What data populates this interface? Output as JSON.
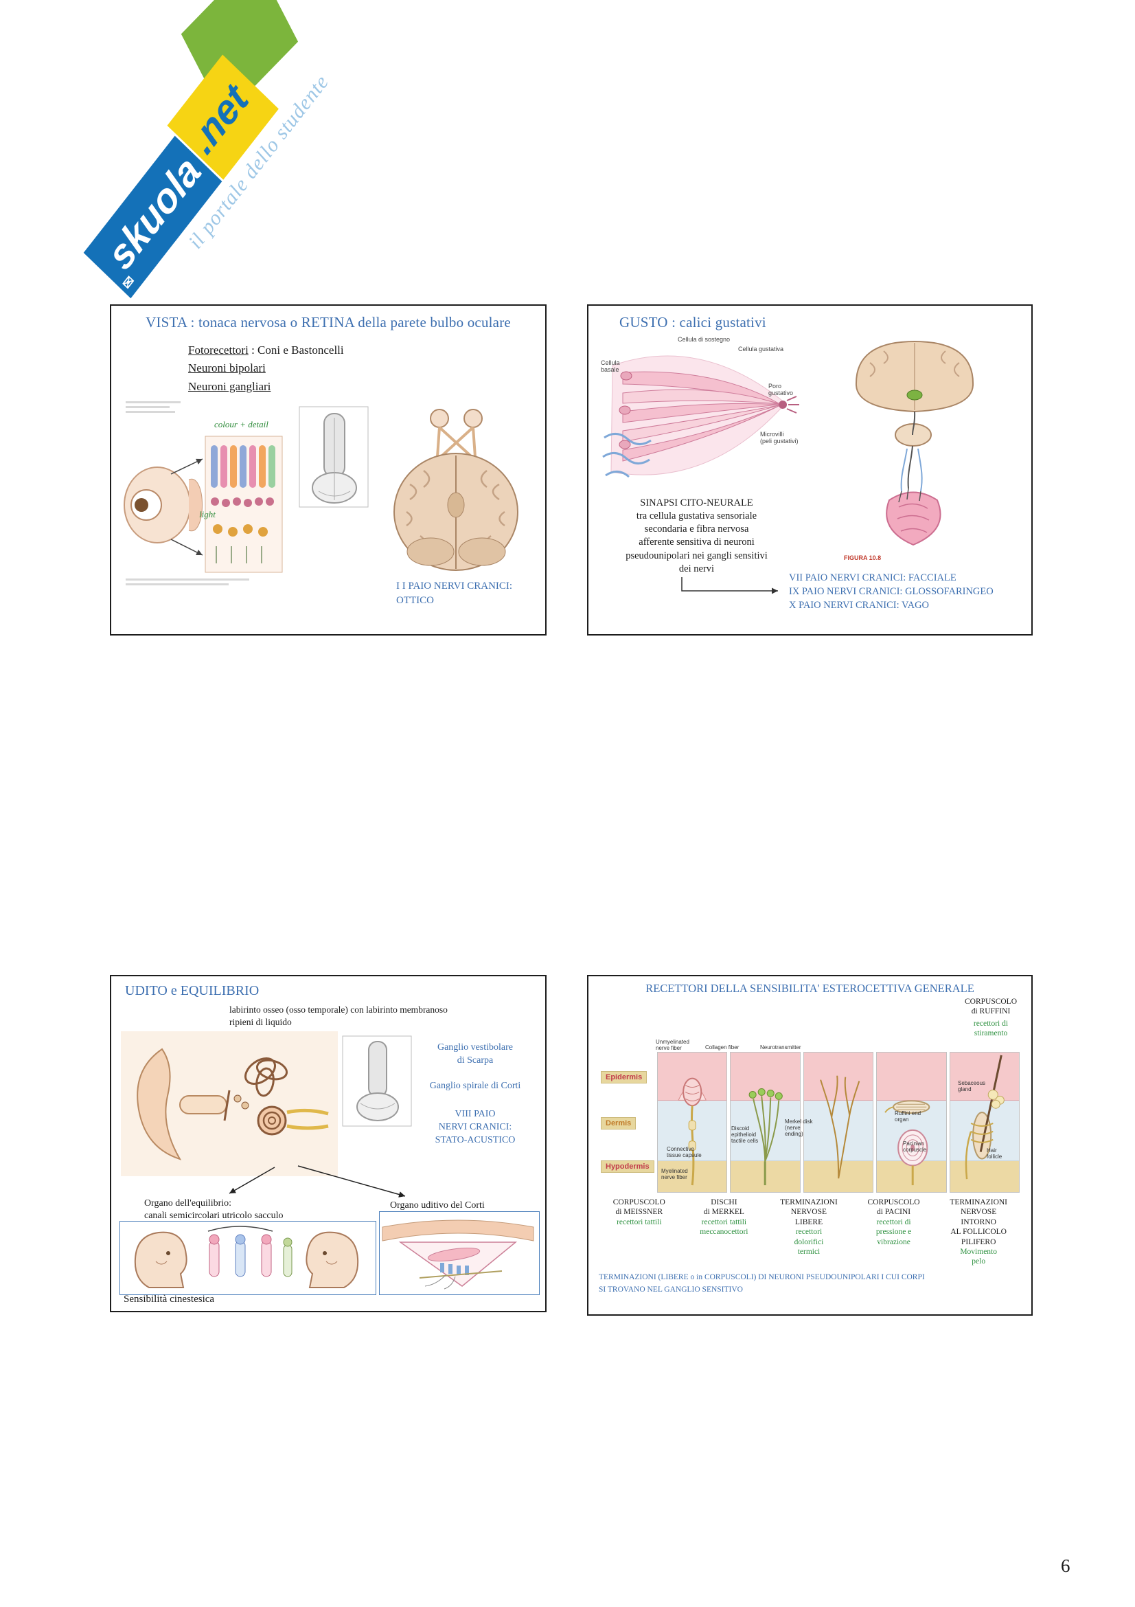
{
  "page": {
    "number": "6"
  },
  "watermark": {
    "brand": "skuola",
    "tld": ".net",
    "tagline": "il portale dello studente"
  },
  "vista": {
    "title": "VISTA : tonaca nervosa o RETINA della parete bulbo oculare",
    "fotorecettori_label": "Fotorecettori",
    "fotorecettori_rest": " : Coni e Bastoncelli",
    "neuroni_bipolari": "Neuroni bipolari",
    "neuroni_gangliari": "Neuroni gangliari",
    "annotation_colour": "colour + detail",
    "annotation_light": "light",
    "nerve": "I I PAIO NERVI CRANICI:\nOTTICO"
  },
  "gusto": {
    "title": "GUSTO :  calici gustativi",
    "labels": {
      "sostegno": "Cellula di sostegno",
      "gustativa": "Cellula gustativa",
      "basale": "Cellula\nbasale",
      "poro": "Poro\ngustativo",
      "microvilli": "Microvilli\n(peli gustativi)"
    },
    "figura": "FIGURA 10.8",
    "sinapsi": "SINAPSI CITO-NEURALE\ntra cellula gustativa sensoriale\nsecondaria e fibra nervosa\nafferente sensitiva di neuroni\npseudounipolari nei gangli sensitivi\ndei nervi",
    "nervi": "VII PAIO NERVI CRANICI: FACCIALE\nIX PAIO NERVI CRANICI: GLOSSOFARINGEO\nX PAIO NERVI CRANICI: VAGO"
  },
  "udito": {
    "title": "UDITO  e EQUILIBRIO",
    "sub": "labirinto osseo (osso temporale) con labirinto membranoso\nripieni di liquido",
    "ganglio_vestibolare": "Ganglio vestibolare\ndi Scarpa",
    "ganglio_spirale": "Ganglio spirale di Corti",
    "nervo": "VIII PAIO\nNERVI CRANICI:\nSTATO-ACUSTICO",
    "organo_equilibrio": "Organo dell'equilibrio:\ncanali semicircolari utricolo sacculo",
    "organo_udito": "Organo uditivo del Corti",
    "sensibilita": "Sensibilità cinestesica"
  },
  "recettori": {
    "title": "RECETTORI DELLA SENSIBILITA' ESTEROCETTIVA GENERALE",
    "ruffini_name": "CORPUSCOLO\ndi RUFFINI",
    "ruffini_desc": "recettori di\nstiramento",
    "layers": {
      "epidermis": "Epidermis",
      "dermis": "Dermis",
      "hypodermis": "Hypodermis"
    },
    "diagram_labels": {
      "unmyelinated": "Unmyelinated\nnerve fiber",
      "collagen": "Collagen fiber",
      "neurotransmitter": "Neurotransmitter",
      "discoid": "Discoid\nepithelioid\ntactile cells",
      "merkel_disk": "Merkel disk\n(nerve\nending)",
      "connective": "Connective\ntissue capsule",
      "myelinated": "Myelinated\nnerve fiber",
      "ruffini_end": "Ruffini end\norgan",
      "pacinian": "Pacinian\ncorpuscle",
      "sebaceous": "Sebaceous\ngland",
      "hair_follicle": "Hair\nfollicle"
    },
    "columns": [
      {
        "name": "CORPUSCOLO\ndi MEISSNER",
        "desc": "recettori tattili"
      },
      {
        "name": "DISCHI\ndi MERKEL",
        "desc": "recettori tattili\nmeccanocettori"
      },
      {
        "name": "TERMINAZIONI\nNERVOSE\nLIBERE",
        "desc": "recettori\ndolorifici\ntermici"
      },
      {
        "name": "CORPUSCOLO\ndi PACINI",
        "desc": "recettori di\npressione e\nvibrazione"
      },
      {
        "name": "TERMINAZIONI\nNERVOSE\nINTORNO\nAL FOLLICOLO\nPILIFERO",
        "desc": "Movimento\npelo"
      }
    ],
    "footer": "TERMINAZIONI (LIBERE o in CORPUSCOLI) DI NEURONI  PSEUDOUNIPOLARI I CUI CORPI\nSI TROVANO NEL GANGLIO SENSITIVO"
  }
}
